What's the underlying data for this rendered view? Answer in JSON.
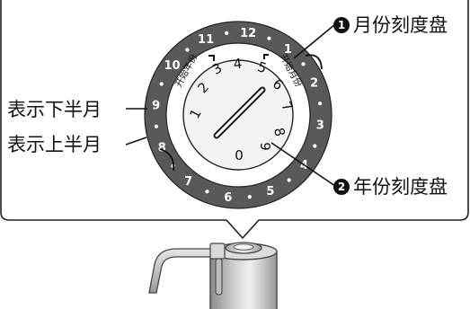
{
  "callouts": {
    "month_dial": {
      "marker": "1",
      "label": "月份刻度盘"
    },
    "year_dial": {
      "marker": "2",
      "label": "年份刻度盘"
    },
    "lower_half": "表示下半月",
    "upper_half": "表示上半月"
  },
  "dial": {
    "outer_numbers": [
      "12",
      "1",
      "2",
      "3",
      "4",
      "5",
      "6",
      "7",
      "8",
      "9",
      "10",
      "11"
    ],
    "start_year_label": "开始年份",
    "start_month_label": "开始月份",
    "inner_numbers": [
      "0",
      "1",
      "2",
      "3",
      "4",
      "5",
      "6",
      "7",
      "8",
      "9"
    ]
  },
  "colors": {
    "ring": "#595959",
    "ring_text": "#ffffff",
    "inner_disc": "#f3f3f3",
    "line": "#1a1a1a"
  }
}
